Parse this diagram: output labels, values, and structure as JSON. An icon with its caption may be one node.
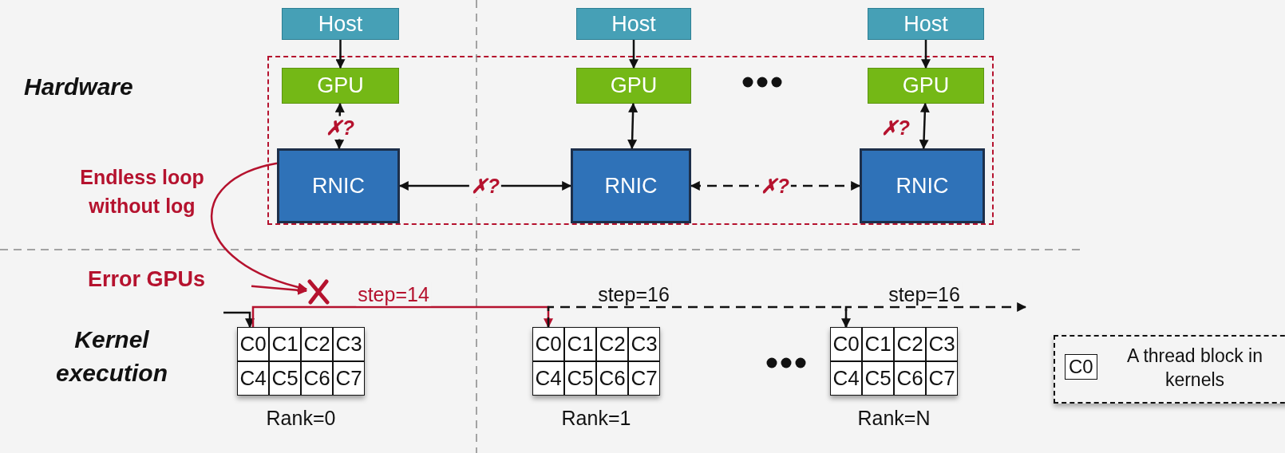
{
  "diagram": {
    "nodes": [
      {
        "text": [
          "Host"
        ]
      },
      {
        "text": [
          "Host"
        ]
      },
      {
        "text": [
          "Host"
        ]
      },
      {
        "text": [],
        "shape": "box"
      },
      {
        "text": [
          "GPU"
        ],
        "in": 3
      },
      {
        "text": [
          "GPU"
        ],
        "in": 3
      },
      {
        "text": [
          "GPU"
        ],
        "in": 3
      },
      {
        "text": [
          "RNIC"
        ],
        "in": 3
      },
      {
        "text": [
          "RNIC"
        ],
        "in": 3
      },
      {
        "text": [
          "RNIC"
        ],
        "in": 3
      },
      {
        "text": [
          "Error GPUs"
        ]
      },
      {
        "text": [],
        "shape": "cross"
      },
      {
        "text": [],
        "shape": "box",
        "beside": [
          "Rank=0"
        ]
      },
      {
        "text": [
          "C0"
        ],
        "in": 12
      },
      {
        "text": [
          "C1"
        ],
        "in": 12
      },
      {
        "text": [
          "C2"
        ],
        "in": 12
      },
      {
        "text": [
          "C3"
        ],
        "in": 12
      },
      {
        "text": [
          "C4"
        ],
        "in": 12
      },
      {
        "text": [
          "C5"
        ],
        "in": 12
      },
      {
        "text": [
          "C6"
        ],
        "in": 12
      },
      {
        "text": [
          "C7"
        ],
        "in": 12
      },
      {
        "text": [],
        "shape": "box",
        "beside": [
          "Rank=1"
        ]
      },
      {
        "text": [
          "C0"
        ],
        "in": 21
      },
      {
        "text": [
          "C1"
        ],
        "in": 21
      },
      {
        "text": [
          "C2"
        ],
        "in": 21
      },
      {
        "text": [
          "C3"
        ],
        "in": 21
      },
      {
        "text": [
          "C4"
        ],
        "in": 21
      },
      {
        "text": [
          "C5"
        ],
        "in": 21
      },
      {
        "text": [
          "C6"
        ],
        "in": 21
      },
      {
        "text": [
          "C7"
        ],
        "in": 21
      },
      {
        "text": [],
        "shape": "box",
        "beside": [
          "Rank=N"
        ]
      },
      {
        "text": [
          "C0"
        ],
        "in": 30
      },
      {
        "text": [
          "C1"
        ],
        "in": 30
      },
      {
        "text": [
          "C2"
        ],
        "in": 30
      },
      {
        "text": [
          "C3"
        ],
        "in": 30
      },
      {
        "text": [
          "C4"
        ],
        "in": 30
      },
      {
        "text": [
          "C5"
        ],
        "in": 30
      },
      {
        "text": [
          "C6"
        ],
        "in": 30
      },
      {
        "text": [
          "C7"
        ],
        "in": 30
      }
    ],
    "edges": [
      {
        "from": 0,
        "to": 4,
        "arrow": "to"
      },
      {
        "from": 1,
        "to": 5,
        "arrow": "to"
      },
      {
        "from": 2,
        "to": 6,
        "arrow": "to"
      },
      {
        "from": 4,
        "to": 7,
        "arrow": "both",
        "label": "✗?"
      },
      {
        "from": 5,
        "to": 8,
        "arrow": "both"
      },
      {
        "from": 6,
        "to": 9,
        "arrow": "both",
        "label": "✗?"
      },
      {
        "from": 7,
        "to": 8,
        "arrow": "both",
        "label": "✗?"
      },
      {
        "from": 8,
        "to": 9,
        "arrow": "both",
        "label": "✗?",
        "style": "dashed"
      },
      {
        "from": 7,
        "to": 11,
        "arrow": "to",
        "label": "Endless loop without log",
        "color": "#b5122e"
      },
      {
        "from": 10,
        "to": 11,
        "arrow": "to",
        "color": "#b5122e"
      },
      {
        "from": null,
        "to": 13,
        "arrow": "to"
      },
      {
        "from": 13,
        "to": 22,
        "arrow": "to",
        "label": "step=14",
        "color": "#b5122e"
      },
      {
        "from": 22,
        "to": 31,
        "arrow": "to",
        "label": "step=16",
        "style": "dashed"
      },
      {
        "from": 31,
        "to": null,
        "arrow": "to",
        "label": "step=16",
        "style": "dashed"
      }
    ],
    "labels": [
      "Hardware",
      "Kernel execution",
      "C0"
    ],
    "legend": [
      {
        "text": "A thread block in kernels"
      }
    ]
  }
}
